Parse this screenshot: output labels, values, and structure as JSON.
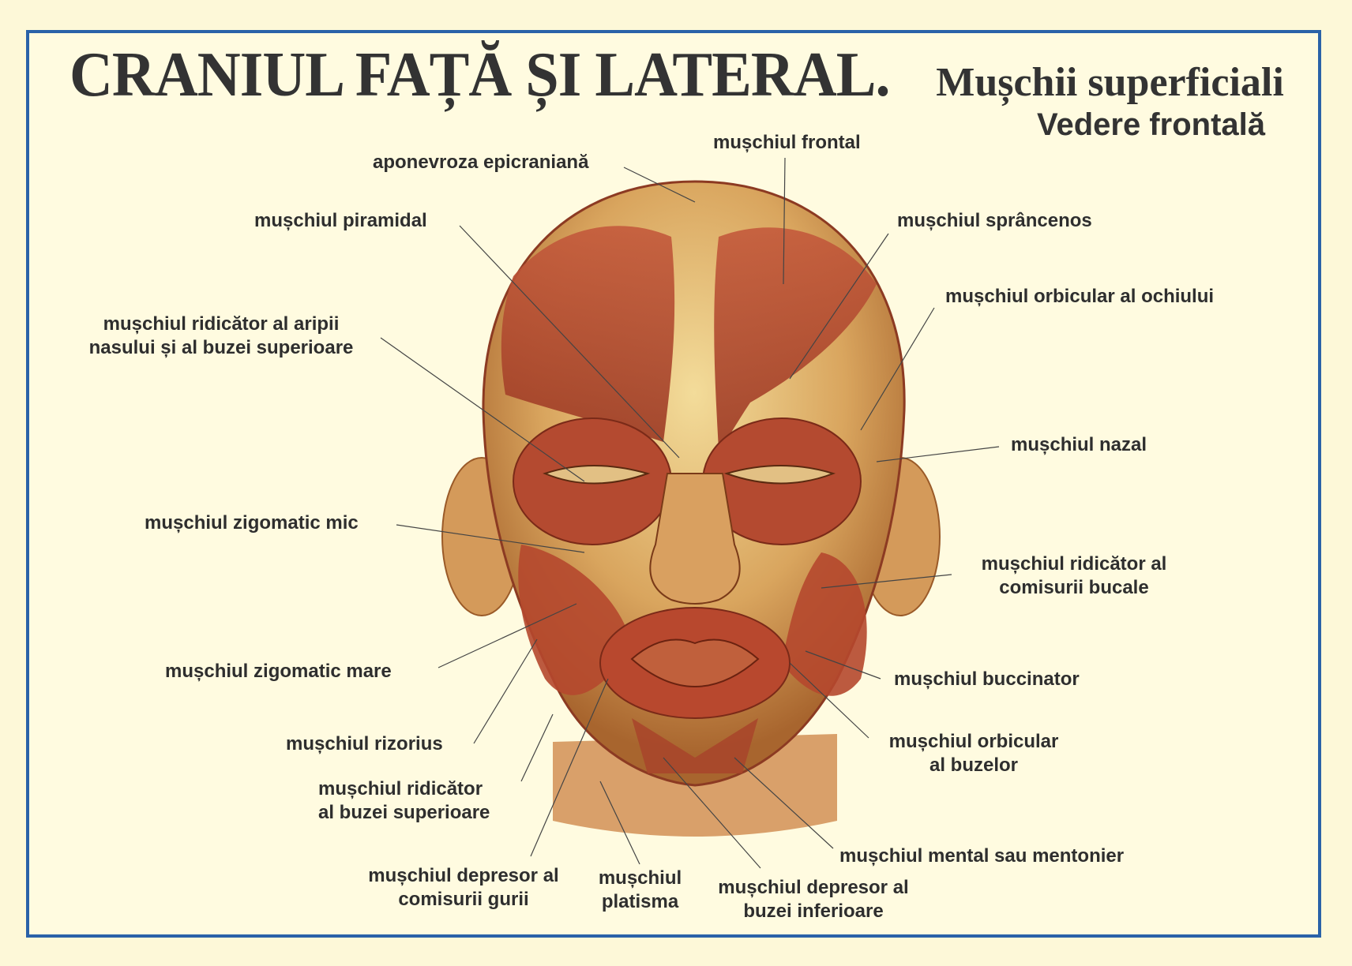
{
  "title": {
    "main": "CRANIUL FAȚĂ ȘI LATERAL.",
    "sub": "Mușchii superficiali",
    "view": "Vedere frontală"
  },
  "colors": {
    "background": "#fdf8d8",
    "frame_border": "#2a62a8",
    "text": "#2e2e2e",
    "muscle": "#b8452e",
    "skin": "#e0b070"
  },
  "labels": {
    "aponevroza": "aponevroza epicraniană",
    "frontal": "mușchiul frontal",
    "piramidal": "mușchiul piramidal",
    "sprancenos": "mușchiul sprâncenos",
    "orbicular_ochi": "mușchiul orbicular al ochiului",
    "ridicator_aripii_1": "mușchiul ridicător al aripii",
    "ridicator_aripii_2": "nasului și al buzei superioare",
    "nazal": "mușchiul nazal",
    "zigomatic_mic": "mușchiul zigomatic mic",
    "ridicator_comisurii_1": "mușchiul ridicător al",
    "ridicator_comisurii_2": "comisurii bucale",
    "zigomatic_mare": "mușchiul zigomatic mare",
    "buccinator": "mușchiul buccinator",
    "rizorius": "mușchiul rizorius",
    "orbicular_buze_1": "mușchiul orbicular",
    "orbicular_buze_2": "al buzelor",
    "ridicator_buzei_1": "mușchiul ridicător",
    "ridicator_buzei_2": "al buzei superioare",
    "mental": "mușchiul mental sau mentonier",
    "depresor_comisurii_1": "mușchiul depresor al",
    "depresor_comisurii_2": "comisurii gurii",
    "platisma_1": "mușchiul",
    "platisma_2": "platisma",
    "depresor_buzei_1": "mușchiul depresor al",
    "depresor_buzei_2": "buzei inferioare"
  }
}
